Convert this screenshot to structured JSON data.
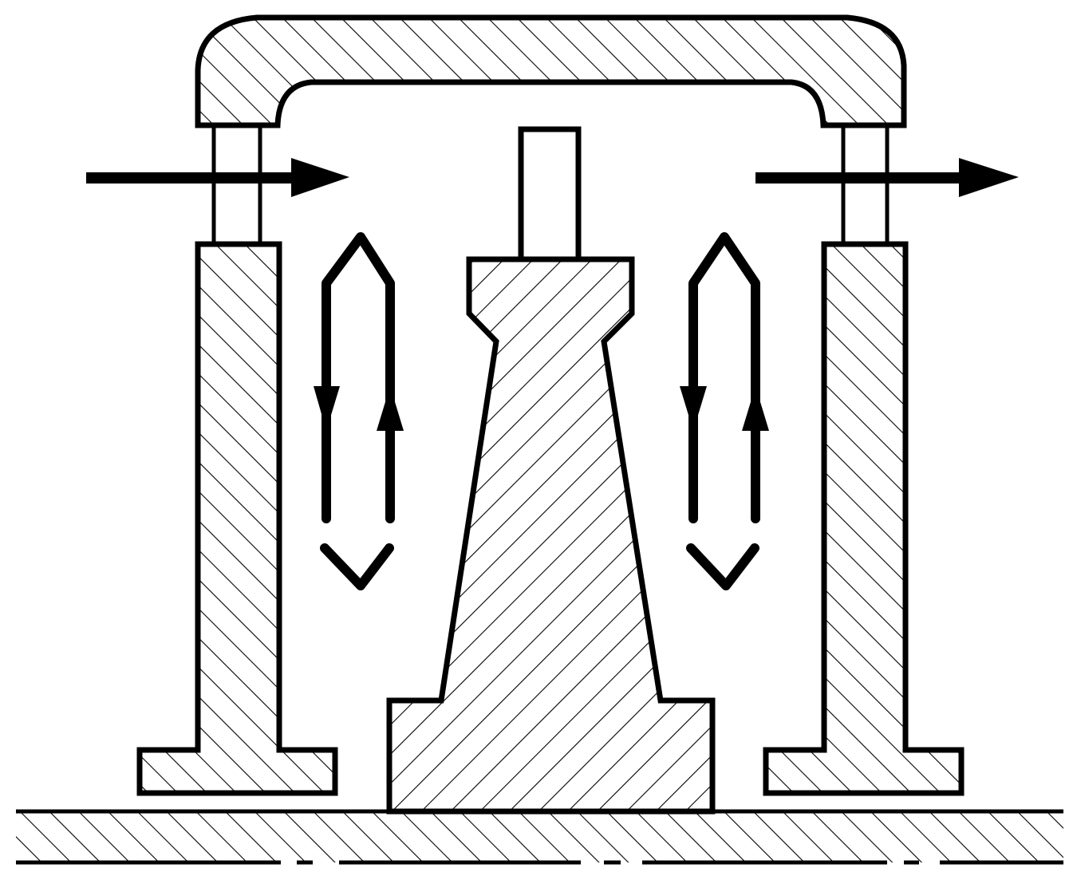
{
  "diagram": {
    "components": [
      {
        "id": "top-bridge",
        "kind": "hatched-section"
      },
      {
        "id": "left-post",
        "kind": "hatched-section"
      },
      {
        "id": "right-post",
        "kind": "hatched-section"
      },
      {
        "id": "left-foot",
        "kind": "hatched-section"
      },
      {
        "id": "right-foot",
        "kind": "hatched-section"
      },
      {
        "id": "center-column",
        "kind": "hatched-section"
      },
      {
        "id": "center-stem",
        "kind": "plain-section"
      },
      {
        "id": "ground-base",
        "kind": "hatched-section"
      }
    ],
    "flow_arrows": [
      {
        "id": "inlet-arrow",
        "direction": "right"
      },
      {
        "id": "outlet-arrow",
        "direction": "right"
      }
    ],
    "circulation_loops": [
      {
        "id": "left-loop",
        "directions": [
          "down",
          "up"
        ]
      },
      {
        "id": "right-loop",
        "directions": [
          "down",
          "up"
        ]
      }
    ],
    "colors": {
      "stroke": "#000000",
      "background": "#ffffff"
    }
  }
}
